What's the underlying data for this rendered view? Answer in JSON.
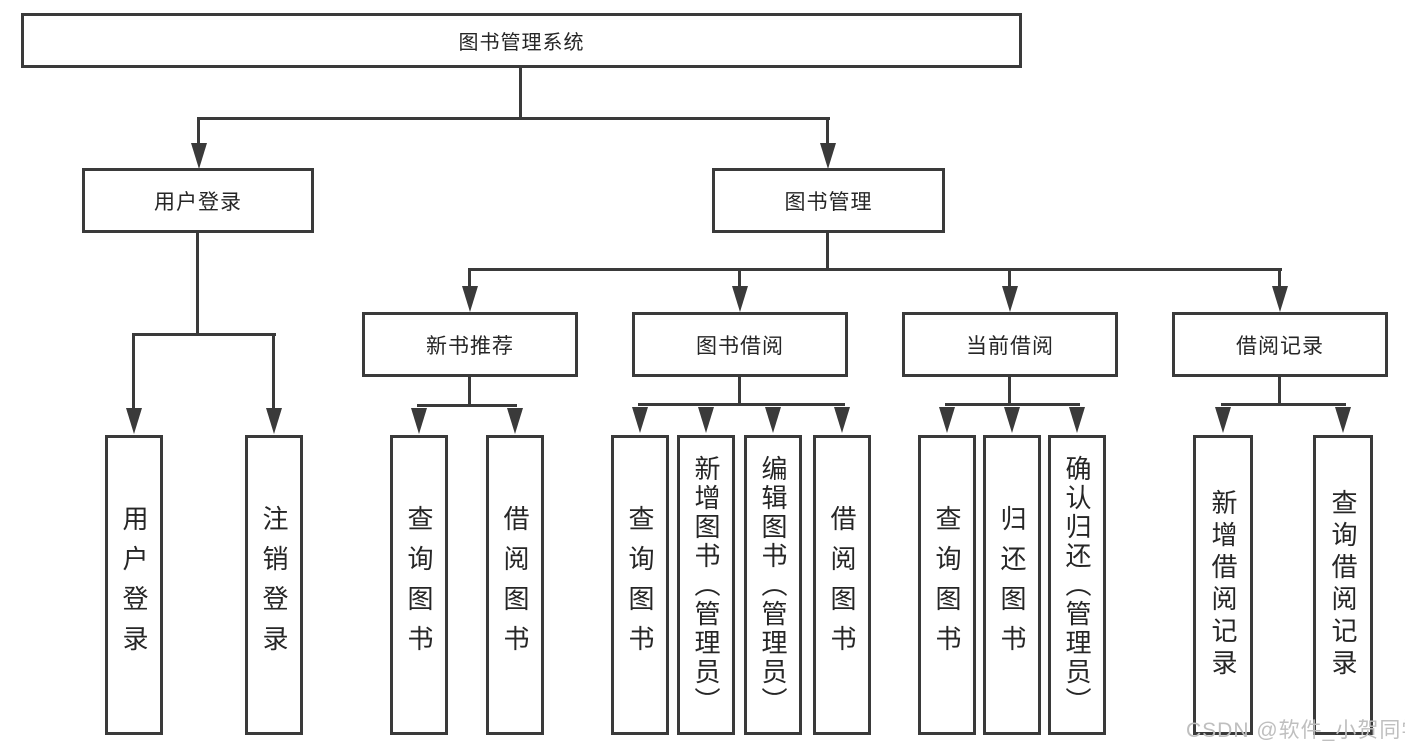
{
  "diagram": {
    "type": "hierarchy",
    "title": "图书管理系统"
  },
  "nodes": {
    "root": {
      "label": "图书管理系统"
    },
    "user_login": {
      "label": "用户登录"
    },
    "book_management": {
      "label": "图书管理"
    },
    "new_book_recommend": {
      "label": "新书推荐"
    },
    "book_borrowing": {
      "label": "图书借阅"
    },
    "current_borrowing": {
      "label": "当前借阅"
    },
    "borrowing_records": {
      "label": "借阅记录"
    },
    "leaf_user_login": {
      "label": "用户登录"
    },
    "leaf_logout_login": {
      "label": "注销登录"
    },
    "leaf_query_books_a": {
      "label": "查询图书"
    },
    "leaf_borrow_books_a": {
      "label": "借阅图书"
    },
    "leaf_query_books_b": {
      "label": "查询图书"
    },
    "leaf_add_books_admin": {
      "label": "新增图书（管理员）"
    },
    "leaf_edit_books_admin": {
      "label": "编辑图书（管理员）"
    },
    "leaf_borrow_books_b": {
      "label": "借阅图书"
    },
    "leaf_query_books_c": {
      "label": "查询图书"
    },
    "leaf_return_books": {
      "label": "归还图书"
    },
    "leaf_confirm_return_admin": {
      "label": "确认归还（管理员）"
    },
    "leaf_add_borrow_record": {
      "label": "新增借阅记录"
    },
    "leaf_query_borrow_record": {
      "label": "查询借阅记录"
    }
  },
  "edges": [
    {
      "from": "root",
      "to": "user_login"
    },
    {
      "from": "root",
      "to": "book_management"
    },
    {
      "from": "user_login",
      "to": "leaf_user_login"
    },
    {
      "from": "user_login",
      "to": "leaf_logout_login"
    },
    {
      "from": "book_management",
      "to": "new_book_recommend"
    },
    {
      "from": "book_management",
      "to": "book_borrowing"
    },
    {
      "from": "book_management",
      "to": "current_borrowing"
    },
    {
      "from": "book_management",
      "to": "borrowing_records"
    },
    {
      "from": "new_book_recommend",
      "to": "leaf_query_books_a"
    },
    {
      "from": "new_book_recommend",
      "to": "leaf_borrow_books_a"
    },
    {
      "from": "book_borrowing",
      "to": "leaf_query_books_b"
    },
    {
      "from": "book_borrowing",
      "to": "leaf_add_books_admin"
    },
    {
      "from": "book_borrowing",
      "to": "leaf_edit_books_admin"
    },
    {
      "from": "book_borrowing",
      "to": "leaf_borrow_books_b"
    },
    {
      "from": "current_borrowing",
      "to": "leaf_query_books_c"
    },
    {
      "from": "current_borrowing",
      "to": "leaf_return_books"
    },
    {
      "from": "current_borrowing",
      "to": "leaf_confirm_return_admin"
    },
    {
      "from": "borrowing_records",
      "to": "leaf_add_borrow_record"
    },
    {
      "from": "borrowing_records",
      "to": "leaf_query_borrow_record"
    }
  ],
  "watermark": {
    "text": "CSDN @软件_小贺同学"
  },
  "colors": {
    "line": "#3a3a3a",
    "text": "#262626",
    "background": "#ffffff",
    "watermark": "#bfbfbf"
  }
}
